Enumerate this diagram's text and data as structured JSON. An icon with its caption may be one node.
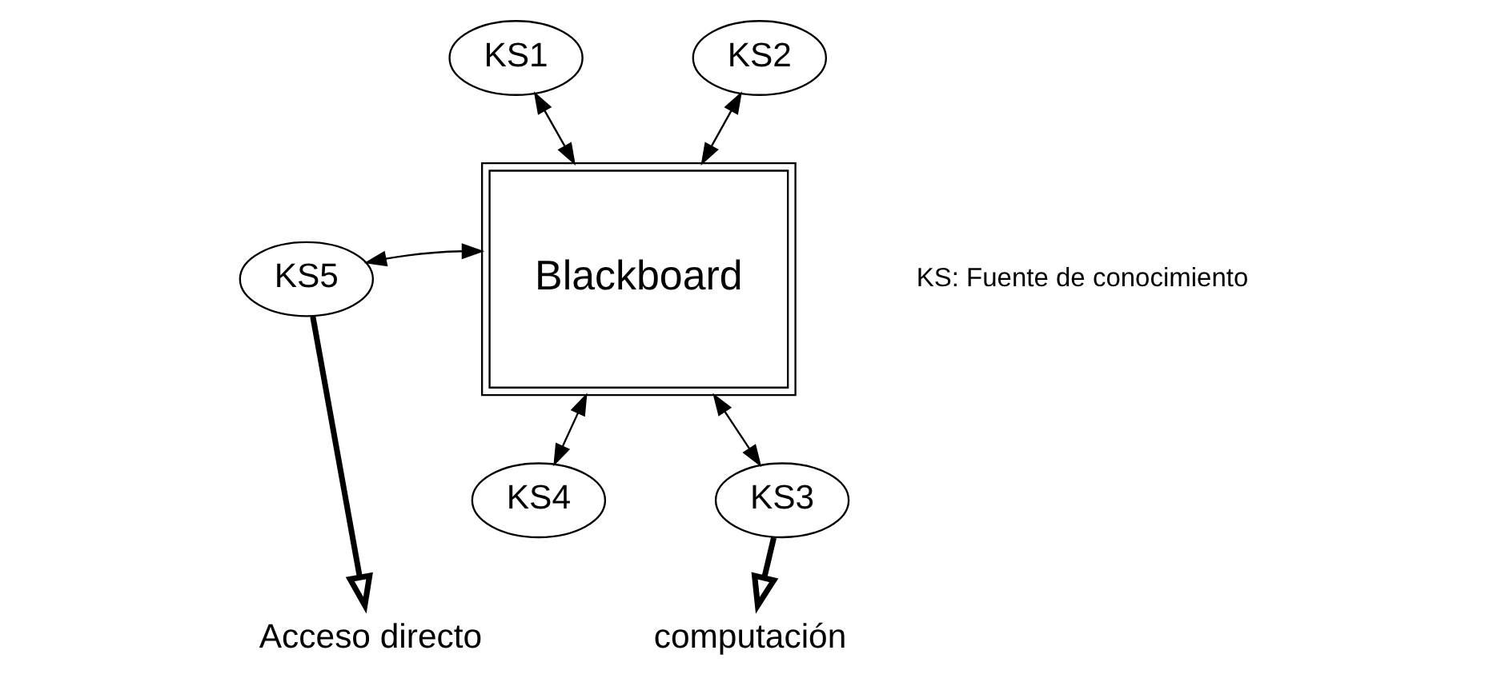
{
  "diagram": {
    "nodes": [
      {
        "text": [
          "KS1"
        ]
      },
      {
        "text": [
          "KS2"
        ]
      },
      {
        "text": [
          "KS5"
        ]
      },
      {
        "text": [
          "Blackboard"
        ]
      },
      {
        "text": [
          "KS4"
        ]
      },
      {
        "text": [
          "KS3"
        ]
      },
      {
        "text": [
          "Acceso directo"
        ]
      },
      {
        "text": [
          "computación"
        ]
      }
    ],
    "edges": [
      {
        "from": 0,
        "to": 3,
        "arrow": "both"
      },
      {
        "from": 1,
        "to": 3,
        "arrow": "both"
      },
      {
        "from": 2,
        "to": 3,
        "arrow": "both"
      },
      {
        "from": 3,
        "to": 4,
        "arrow": "both"
      },
      {
        "from": 3,
        "to": 5,
        "arrow": "both"
      },
      {
        "from": 2,
        "to": 6,
        "arrow": "to",
        "style": "thick"
      },
      {
        "from": 5,
        "to": 7,
        "arrow": "to",
        "style": "thick"
      }
    ],
    "labels": [
      "KS: Fuente de conocimiento"
    ]
  }
}
